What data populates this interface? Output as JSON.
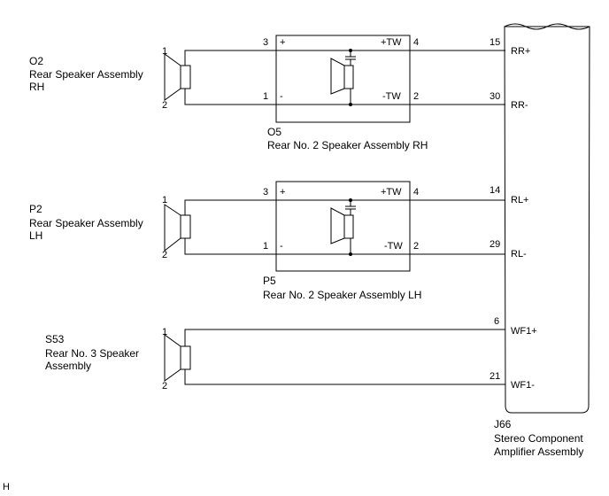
{
  "diagram": {
    "figure_code": "H",
    "amplifier": {
      "code": "J66",
      "name_line1": "Stereo Component",
      "name_line2": "Amplifier Assembly"
    },
    "rh": {
      "speaker_code": "O2",
      "speaker_name_line1": "Rear Speaker Assembly",
      "speaker_name_line2": "RH",
      "speaker_pin_top": "1",
      "speaker_pin_bottom": "2",
      "box_code": "O5",
      "box_name": "Rear No. 2 Speaker Assembly RH",
      "box_pin_left_top": "3",
      "box_pin_left_bottom": "1",
      "box_pin_right_top": "4",
      "box_pin_right_bottom": "2",
      "sign_plus": "+",
      "sign_minus": "-",
      "tw_plus": "+TW",
      "tw_minus": "-TW",
      "amp_pin_top": "15",
      "amp_pin_bottom": "30",
      "amp_term_top": "RR+",
      "amp_term_bottom": "RR-"
    },
    "lh": {
      "speaker_code": "P2",
      "speaker_name_line1": "Rear Speaker Assembly",
      "speaker_name_line2": "LH",
      "speaker_pin_top": "1",
      "speaker_pin_bottom": "2",
      "box_code": "P5",
      "box_name": "Rear No. 2 Speaker Assembly LH",
      "box_pin_left_top": "3",
      "box_pin_left_bottom": "1",
      "box_pin_right_top": "4",
      "box_pin_right_bottom": "2",
      "sign_plus": "+",
      "sign_minus": "-",
      "tw_plus": "+TW",
      "tw_minus": "-TW",
      "amp_pin_top": "14",
      "amp_pin_bottom": "29",
      "amp_term_top": "RL+",
      "amp_term_bottom": "RL-"
    },
    "woofer": {
      "speaker_code": "S53",
      "speaker_name_line1": "Rear No. 3 Speaker",
      "speaker_name_line2": "Assembly",
      "speaker_pin_top": "1",
      "speaker_pin_bottom": "2",
      "amp_pin_top": "6",
      "amp_pin_bottom": "21",
      "amp_term_top": "WF1+",
      "amp_term_bottom": "WF1-"
    }
  }
}
